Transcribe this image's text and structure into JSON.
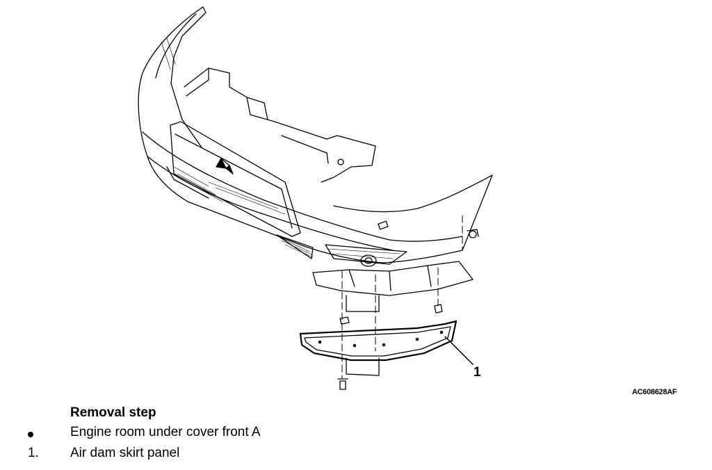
{
  "diagram": {
    "callout": "1",
    "figure_code": "AC608628AF"
  },
  "procedure": {
    "heading": "Removal step",
    "steps": [
      {
        "marker": "bullet",
        "text": "Engine room under cover front A"
      },
      {
        "marker": "1.",
        "text": "Air dam skirt panel"
      }
    ]
  }
}
